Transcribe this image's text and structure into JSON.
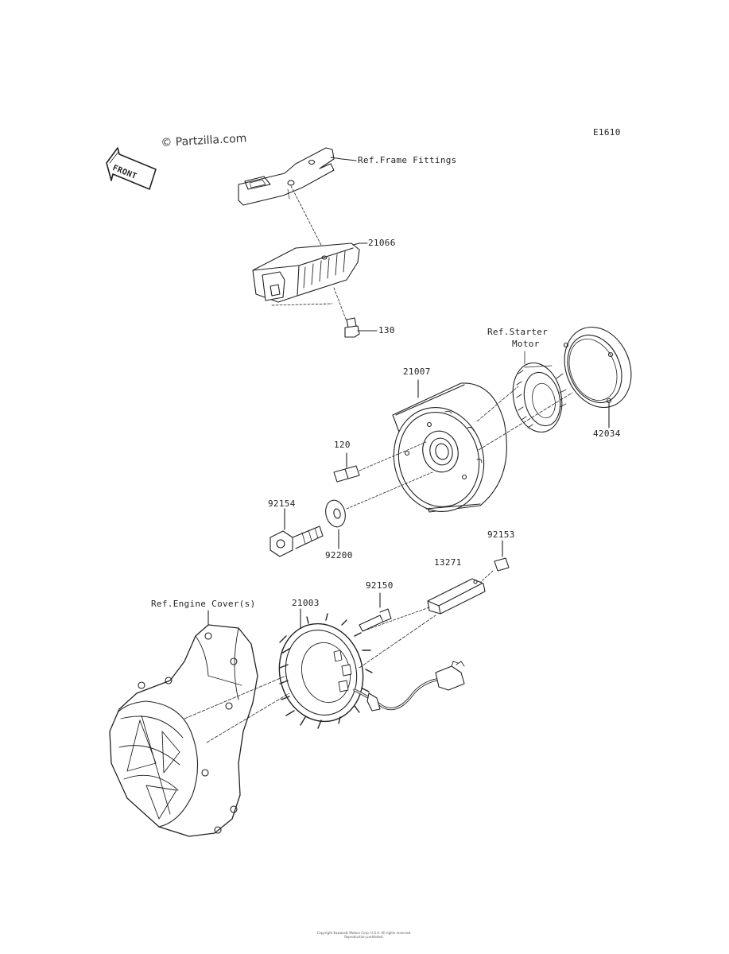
{
  "diagram_code": "E1610",
  "watermark": "© Partzilla.com",
  "front_badge": "FRONT",
  "labels": {
    "ref_frame_fittings": "Ref.Frame Fittings",
    "p21066": "21066",
    "p130": "130",
    "ref_starter_motor_1": "Ref.Starter",
    "ref_starter_motor_2": "Motor",
    "p21007": "21007",
    "p42034": "42034",
    "p120": "120",
    "p92154": "92154",
    "p92200": "92200",
    "p92153": "92153",
    "p13271": "13271",
    "p92150": "92150",
    "ref_engine_cover": "Ref.Engine Cover(s)",
    "p21003": "21003"
  },
  "footer": {
    "line1": "Copyright Kawasaki Motors Corp. U.S.A. All rights reserved.",
    "line2": "Reproduction prohibited."
  },
  "colors": {
    "ink": "#222222",
    "paper": "#ffffff"
  }
}
